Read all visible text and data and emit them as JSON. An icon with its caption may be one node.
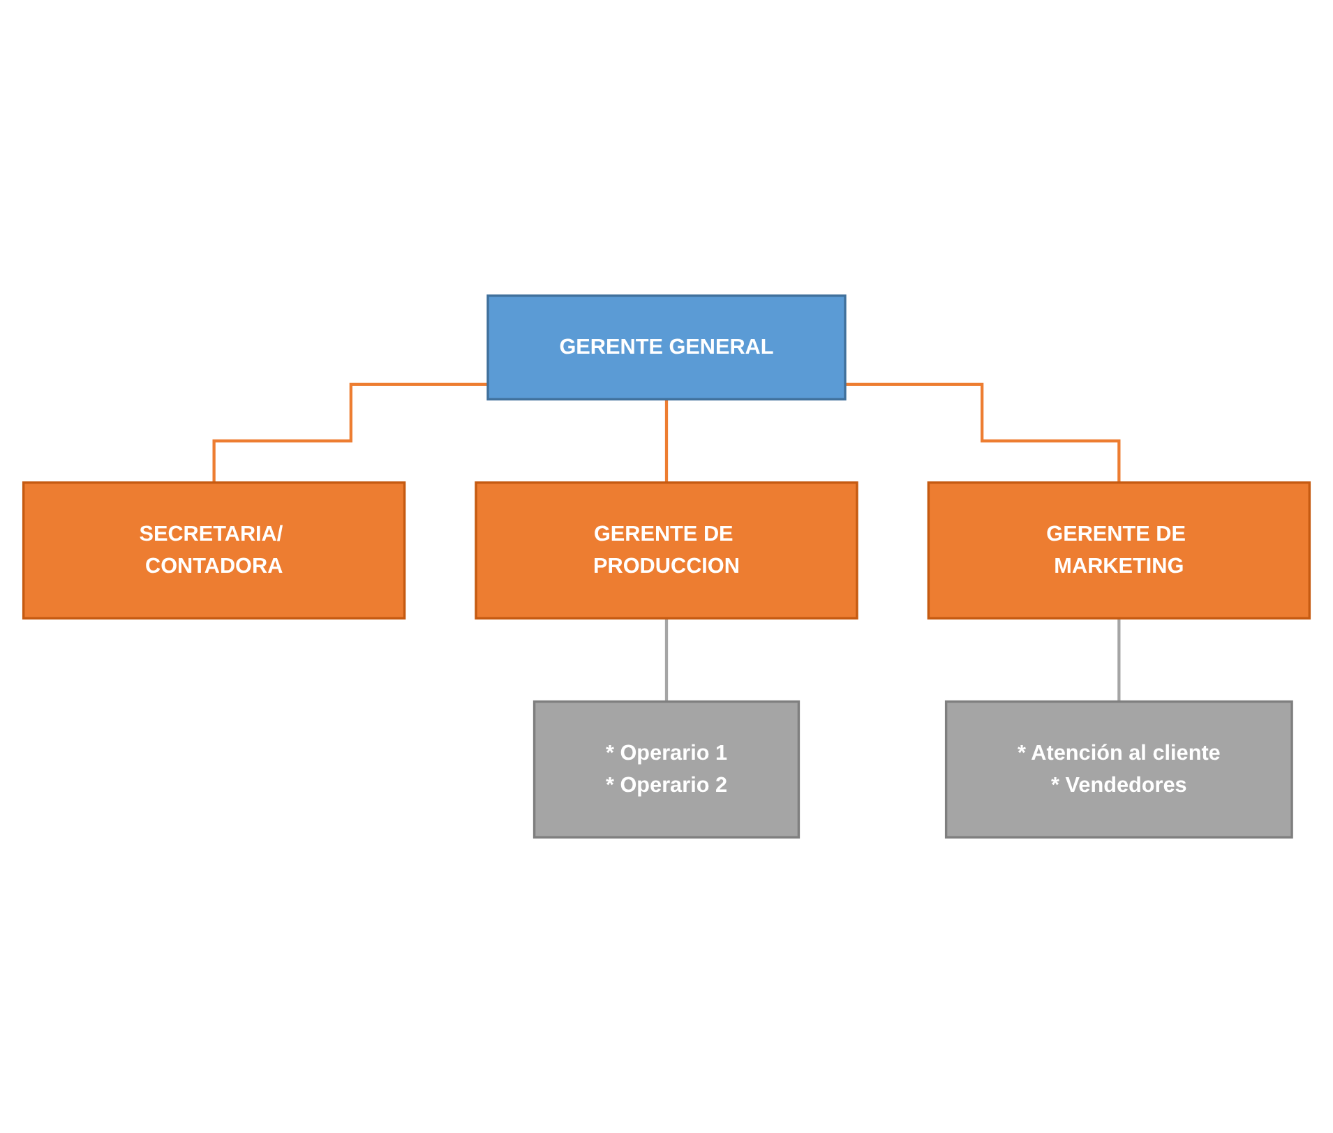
{
  "diagram": {
    "nodes": [
      {
        "text": [
          "GERENTE GENERAL"
        ]
      },
      {
        "text": [
          "SECRETARIA/ CONTADORA"
        ]
      },
      {
        "text": [
          "GERENTE DE PRODUCCION"
        ]
      },
      {
        "text": [
          "GERENTE DE MARKETING"
        ]
      },
      {
        "text": [
          "* Operario 1",
          "* Operario 2"
        ]
      },
      {
        "text": [
          "* Atención al cliente",
          "* Vendedores"
        ]
      }
    ],
    "edges": [
      {
        "from": 0,
        "to": 1,
        "arrow": "none"
      },
      {
        "from": 0,
        "to": 2,
        "arrow": "none"
      },
      {
        "from": 0,
        "to": 3,
        "arrow": "none"
      },
      {
        "from": 2,
        "to": 4,
        "arrow": "none",
        "color": "#a5a5a5"
      },
      {
        "from": 3,
        "to": 5,
        "arrow": "none",
        "color": "#a5a5a5"
      }
    ]
  }
}
